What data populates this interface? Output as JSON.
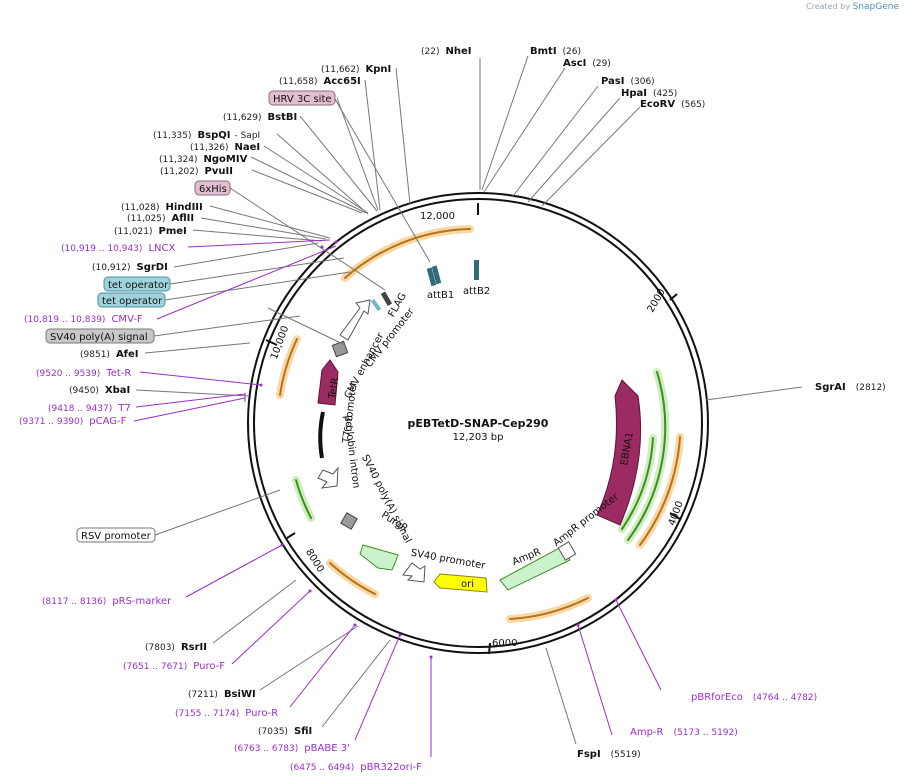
{
  "credit": {
    "prefix": "Created by",
    "brand": "SnapGene"
  },
  "plasmid": {
    "name": "pEBTetD-SNAP-Cep290",
    "length": "12,203 bp"
  },
  "ticks": [
    "12,000",
    "2000",
    "4000",
    "6000",
    "8000",
    "10,000"
  ],
  "sites": [
    {
      "pos": "(22)",
      "name": "NheI"
    },
    {
      "pos": "(26)",
      "name": "BmtI"
    },
    {
      "pos": "(29)",
      "name": "AscI"
    },
    {
      "pos": "(306)",
      "name": "PasI"
    },
    {
      "pos": "(425)",
      "name": "HpaI"
    },
    {
      "pos": "(565)",
      "name": "EcoRV"
    },
    {
      "pos": "(2812)",
      "name": "SgrAI"
    },
    {
      "pos": "(5519)",
      "name": "FspI"
    },
    {
      "pos": "(7035)",
      "name": "SfiI"
    },
    {
      "pos": "(7211)",
      "name": "BsiWI"
    },
    {
      "pos": "(7803)",
      "name": "RsrII"
    },
    {
      "pos": "(9450)",
      "name": "XbaI"
    },
    {
      "pos": "(9851)",
      "name": "AfeI"
    },
    {
      "pos": "(10,912)",
      "name": "SgrDI"
    },
    {
      "pos": "(11,021)",
      "name": "PmeI"
    },
    {
      "pos": "(11,025)",
      "name": "AflII"
    },
    {
      "pos": "(11,028)",
      "name": "HindIII"
    },
    {
      "pos": "(11,202)",
      "name": "PvuII"
    },
    {
      "pos": "(11,324)",
      "name": "NgoMIV"
    },
    {
      "pos": "(11,326)",
      "name": "NaeI"
    },
    {
      "pos": "(11,335)",
      "name": "BspQI"
    },
    {
      "pos": "- SapI",
      "name": ""
    },
    {
      "pos": "(11,629)",
      "name": "BstBI"
    },
    {
      "pos": "(11,658)",
      "name": "Acc65I"
    },
    {
      "pos": "(11,662)",
      "name": "KpnI"
    }
  ],
  "primers": [
    {
      "range": "(10,919 .. 10,943)",
      "name": "LNCX"
    },
    {
      "range": "(10,819 .. 10,839)",
      "name": "CMV-F"
    },
    {
      "range": "(9520 .. 9539)",
      "name": "Tet-R"
    },
    {
      "range": "(9418 .. 9437)",
      "name": "T7"
    },
    {
      "range": "(9371 .. 9390)",
      "name": "pCAG-F"
    },
    {
      "range": "(8117 .. 8136)",
      "name": "pRS-marker"
    },
    {
      "range": "(7651 .. 7671)",
      "name": "Puro-F"
    },
    {
      "range": "(7155 .. 7174)",
      "name": "Puro-R"
    },
    {
      "range": "(6763 .. 6783)",
      "name": "pBABE 3'"
    },
    {
      "range": "(6475 .. 6494)",
      "name": "pBR322ori-F"
    },
    {
      "range": "(4764 .. 4782)",
      "name": "pBRforEco"
    },
    {
      "range": "(5173 .. 5192)",
      "name": "Amp-R"
    }
  ],
  "boxed_labels": [
    {
      "text": "HRV 3C site",
      "color": "#e2bfd0"
    },
    {
      "text": "6xHis",
      "color": "#e2bfd0"
    },
    {
      "text": "tet operator",
      "color": "#9fd3dc"
    },
    {
      "text": "tet operator",
      "color": "#9fd3dc"
    },
    {
      "text": "SV40 poly(A) signal",
      "color": "#c8c8c8"
    },
    {
      "text": "RSV promoter",
      "color": "#ffffff"
    }
  ],
  "features": {
    "attB1": "attB1",
    "attB2": "attB2",
    "flag": "FLAG",
    "cmv_enhancer": "CMV enhancer",
    "cmv_promoter": "CMV promoter",
    "tetr": "TetR",
    "t7_promoter": "T7 promoter",
    "beta_globin": "β-globin intron",
    "sv40_polya": "SV40 poly(A) signal",
    "puror": "PuroR",
    "sv40_promoter": "SV40 promoter",
    "ori": "ori",
    "ampr": "AmpR",
    "ampr_promoter": "AmpR promoter",
    "ebna1": "EBNA1"
  },
  "colors": {
    "orange_arc": "#f0a030",
    "green_arc": "#5cbd2e",
    "ebna1": "#9c2b63",
    "tetr": "#9c2b63",
    "puror": "#c9f2cd",
    "ampr": "#c9f2cd",
    "ori": "#ffff00",
    "primer": "#9a2fc9"
  }
}
